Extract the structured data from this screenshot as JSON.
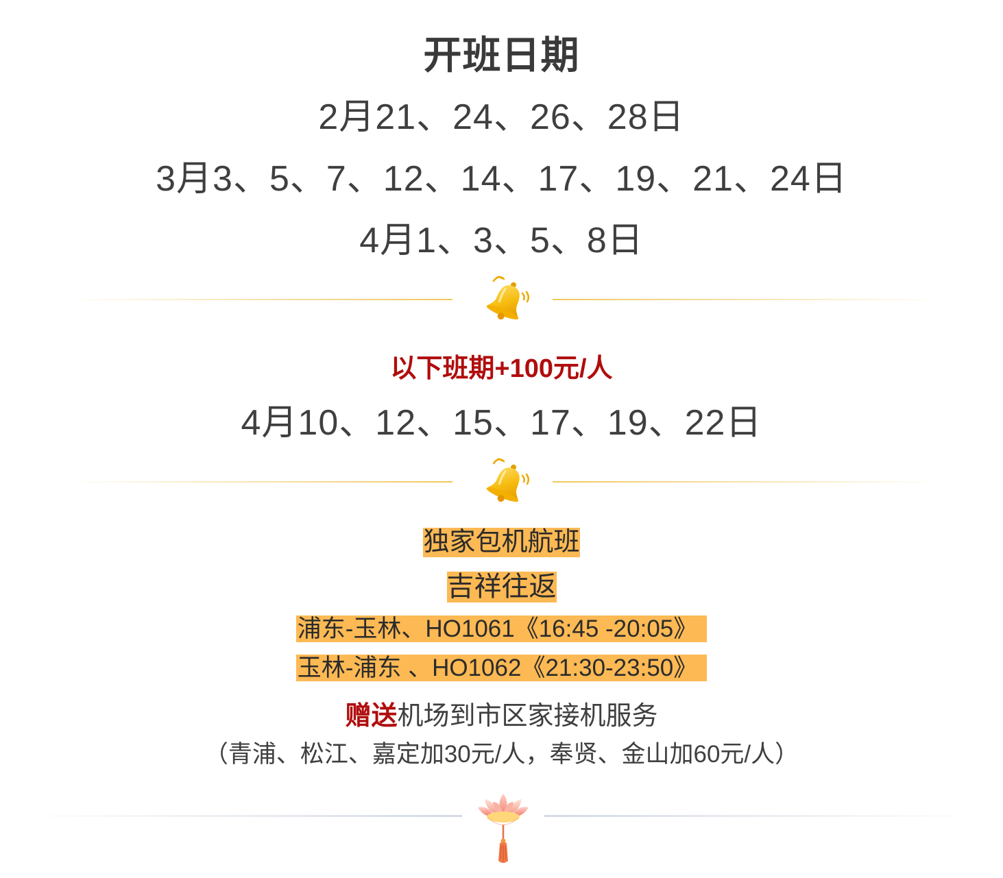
{
  "heading": "开班日期",
  "dates": {
    "february": "2月21、24、26、28日",
    "march": "3月3、5、7、12、14、17、19、21、24日",
    "april": "4月1、3、5、8日"
  },
  "surcharge": {
    "label": "以下班期+100元/人",
    "dates": "4月10、12、15、17、19、22日"
  },
  "flight": {
    "exclusive": "独家包机航班",
    "airline": "吉祥往返",
    "outbound": "浦东-玉林、HO1061《16:45 -20:05》",
    "return": "玉林-浦东 、HO1062《21:30-23:50》"
  },
  "gift": {
    "highlight": "赠送",
    "text": "机场到市区家接机服务"
  },
  "note": "（青浦、松江、嘉定加30元/人，奉贤、金山加60元/人）",
  "icons": {
    "divider_icon": "bell-icon",
    "footer_icon": "lotus-icon"
  },
  "colors": {
    "accent_red": "#b00d0d",
    "highlight": "#fcb954",
    "bell_gold": "#f5b800",
    "divider_gold": "#f2c75a"
  }
}
